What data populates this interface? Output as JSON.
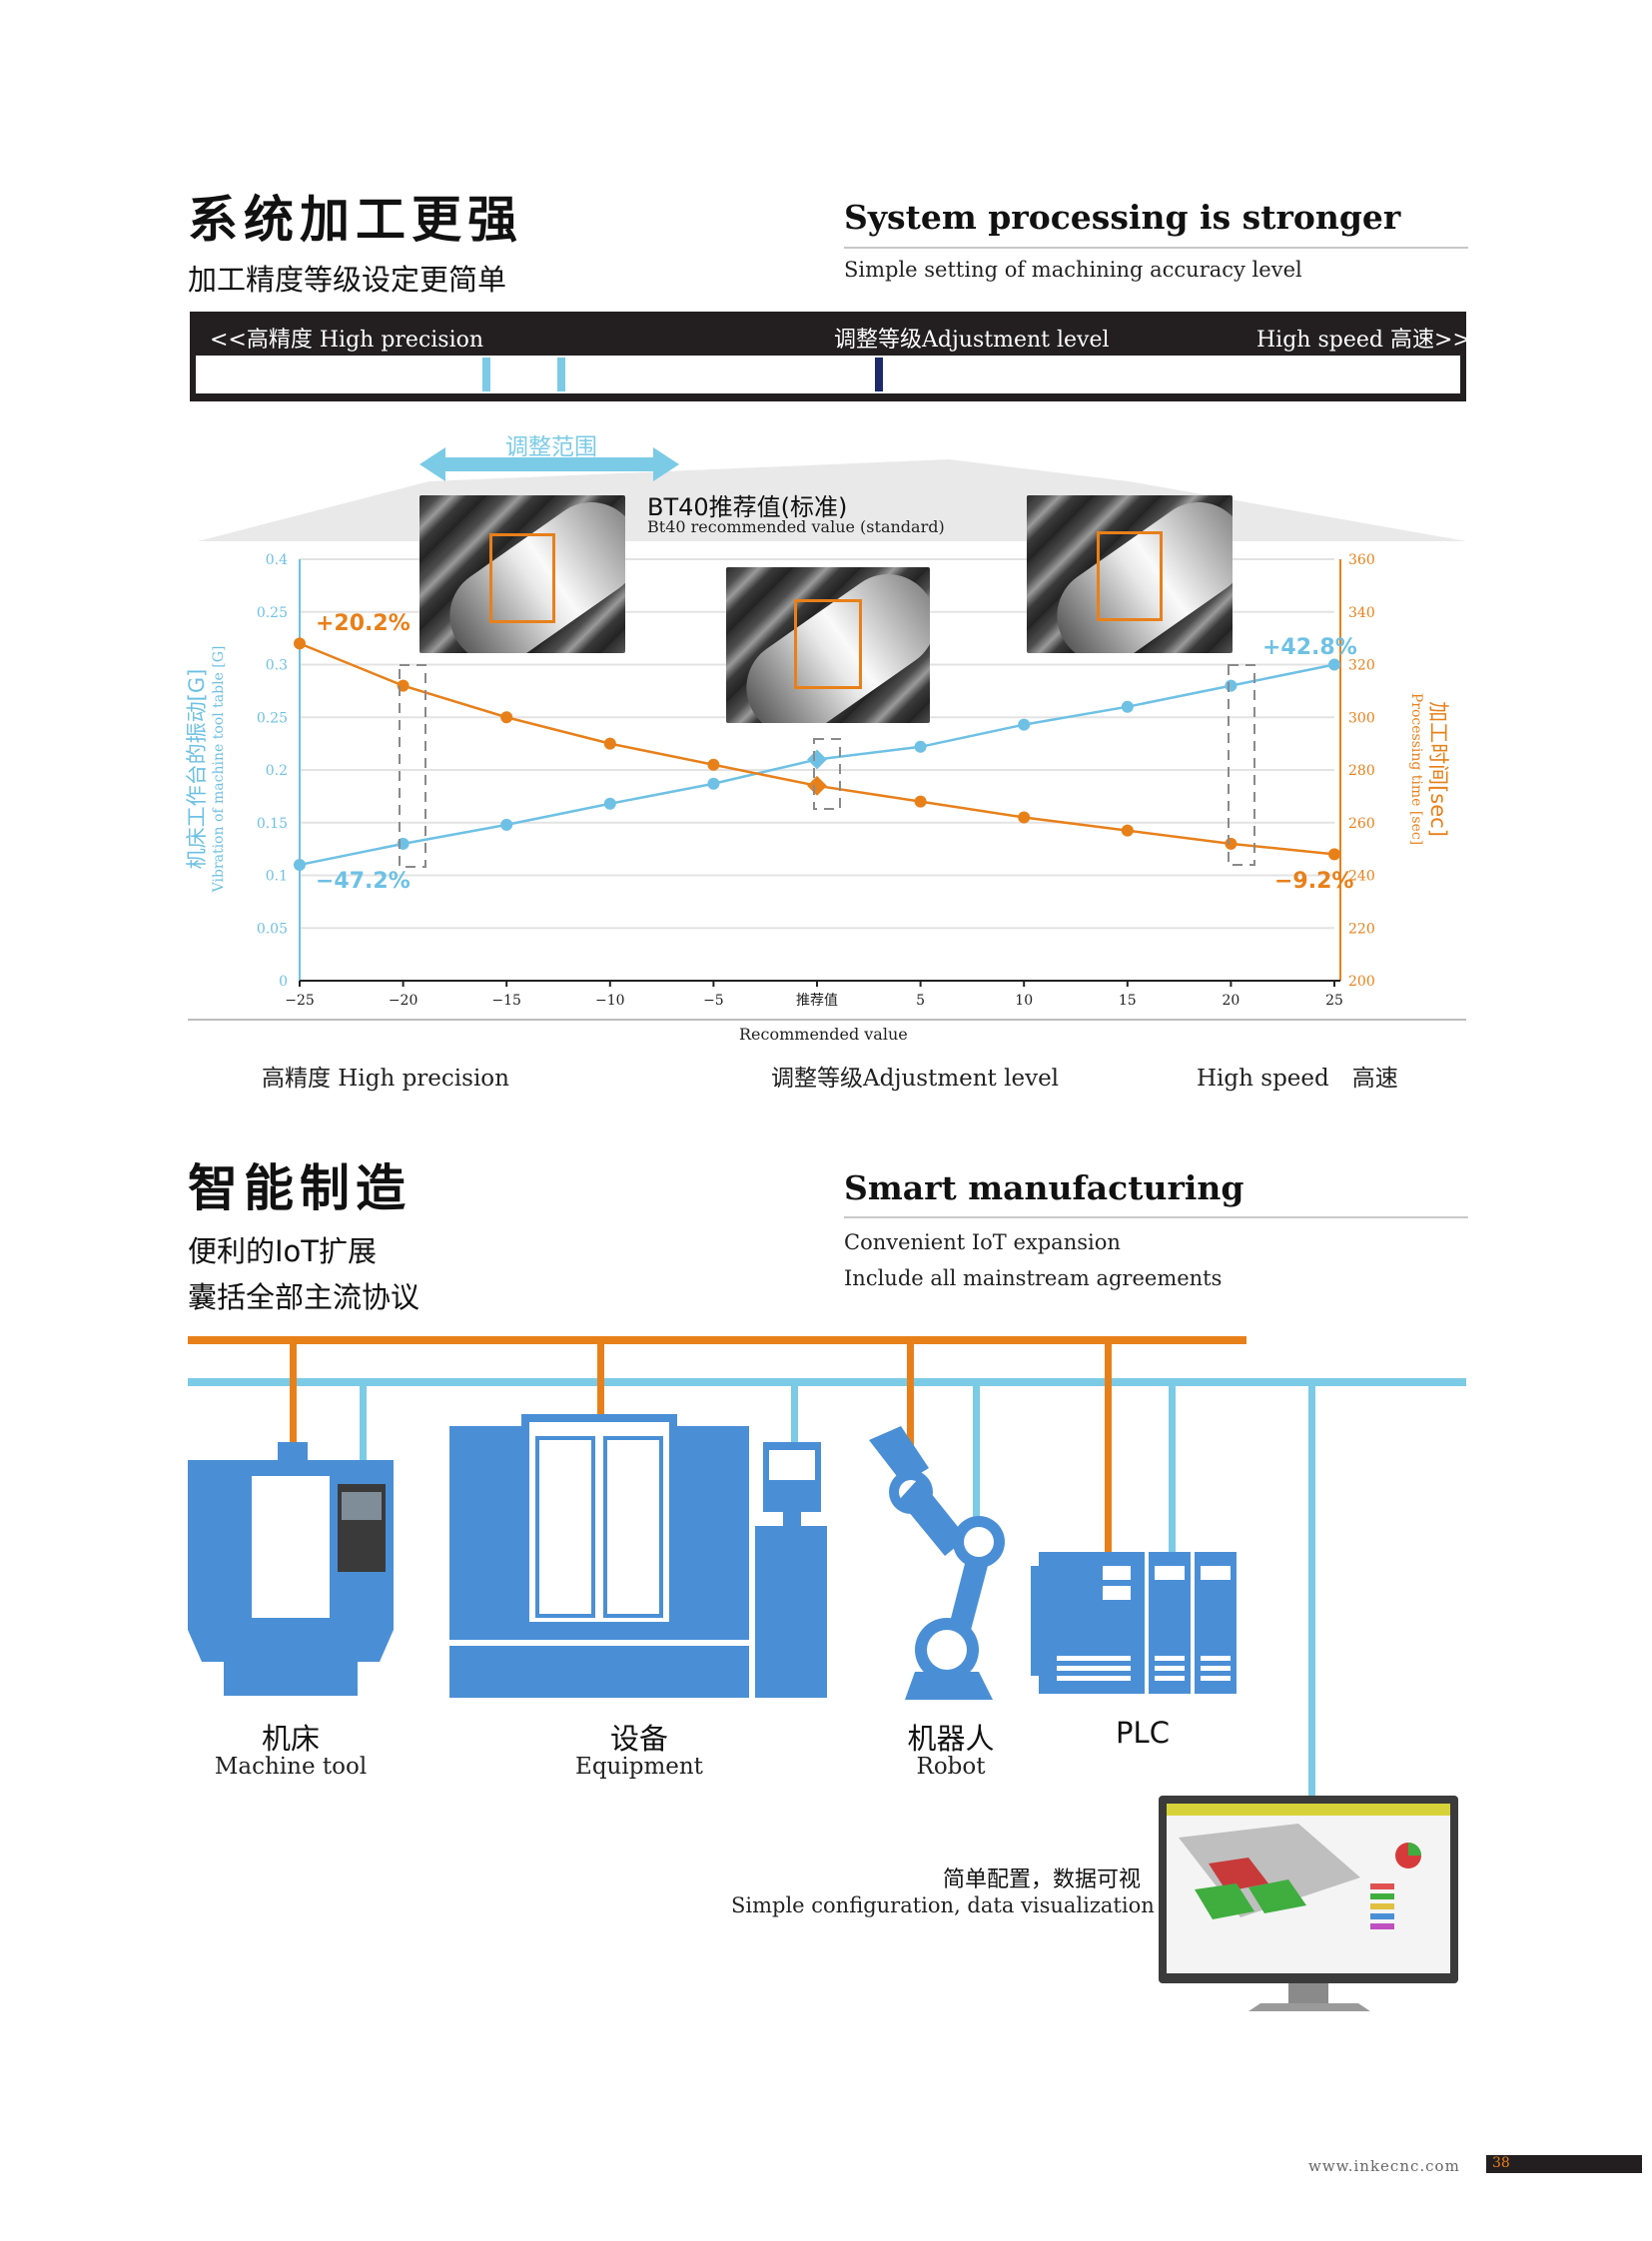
{
  "section1": {
    "title_cn": "系统加工更强",
    "title_en": "System processing is stronger",
    "subtitle_cn": "加工精度等级设定更简单",
    "subtitle_en": "Simple setting of machining accuracy level"
  },
  "level_bar": {
    "left_label": "<<高精度 High precision",
    "center_label": "调整等级Adjustment level",
    "right_label": "High speed 高速>>",
    "colors": {
      "light_marker": "#7ccbe6",
      "dark_marker": "#1c2a6b"
    }
  },
  "annotations": {
    "range_label": "调整范围",
    "bt40_cn": "BT40推荐值(标准)",
    "bt40_en": "Bt40 recommended value (standard)",
    "pct_left_orange": "+20.2%",
    "pct_left_blue": "−47.2%",
    "pct_right_blue": "+42.8%",
    "pct_right_orange": "−9.2%"
  },
  "chart_data": {
    "type": "line",
    "x": [
      -25,
      -20,
      -15,
      -10,
      -5,
      0,
      5,
      10,
      15,
      20,
      25
    ],
    "x_tick_labels": [
      "−25",
      "−20",
      "−15",
      "−10",
      "−5",
      "推荐值",
      "5",
      "10",
      "15",
      "20",
      "25"
    ],
    "xlabel": "Recommended value",
    "xlim": [
      -25,
      25
    ],
    "ylabel_left_cn": "机床工作台的振动[G]",
    "ylabel_left_en": "Vibration of machine tool table [G]",
    "ylabel_right_cn": "加工时间[sec]",
    "ylabel_right_en": "Processing time [sec]",
    "y_left_ticks": [
      "0",
      "0.05",
      "0.1",
      "0.15",
      "0.2",
      "0.25",
      "0.3",
      "0.25",
      "0.4"
    ],
    "y_right_ticks": [
      "200",
      "220",
      "240",
      "260",
      "280",
      "300",
      "320",
      "340",
      "360"
    ],
    "y_left_lim": [
      0,
      0.4
    ],
    "y_right_lim": [
      200,
      360
    ],
    "grid": true,
    "series": [
      {
        "axis": "left",
        "color": "#6ec1e4",
        "values": [
          0.11,
          0.13,
          0.148,
          0.168,
          0.187,
          0.21,
          0.222,
          0.243,
          0.26,
          0.28,
          0.3
        ]
      },
      {
        "axis": "right",
        "color": "#e8801a",
        "values": [
          328,
          312,
          300,
          290,
          282,
          274,
          268,
          262,
          257,
          252,
          248
        ]
      }
    ]
  },
  "chart_footer": {
    "left": "高精度 High precision",
    "center": "调整等级Adjustment level",
    "right": "High speed　高速"
  },
  "section2": {
    "title_cn": "智能制造",
    "title_en": "Smart manufacturing",
    "sub1_cn": "便利的IoT扩展",
    "sub2_cn": "囊括全部主流协议",
    "sub1_en": "Convenient IoT expansion",
    "sub2_en": "Include all mainstream agreements"
  },
  "devices": [
    {
      "cn": "机床",
      "en": "Machine tool"
    },
    {
      "cn": "设备",
      "en": "Equipment"
    },
    {
      "cn": "机器人",
      "en": "Robot"
    },
    {
      "cn": "PLC",
      "en": ""
    }
  ],
  "monitor": {
    "caption_cn": "简单配置，数据可视",
    "caption_en": "Simple configuration, data visualization"
  },
  "colors": {
    "orange_bus": "#e8801a",
    "blue_bus": "#7ccbe6",
    "device_blue": "#4a8fd6"
  },
  "footer": {
    "url": "www.inkecnc.com",
    "page": "38"
  }
}
